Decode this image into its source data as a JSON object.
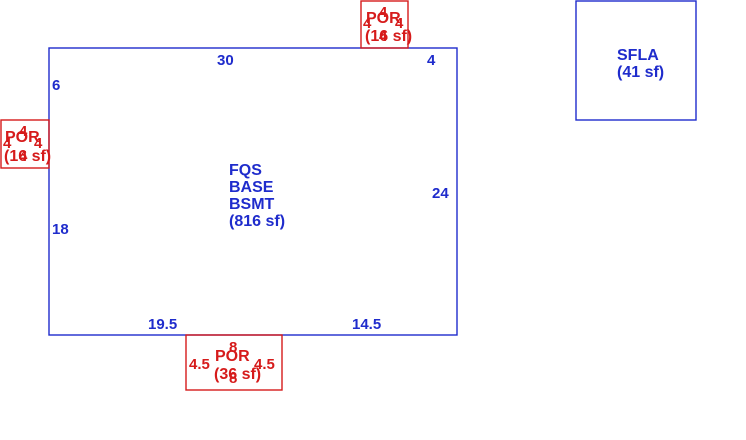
{
  "main_area": {
    "lines": [
      "FQS",
      "BASE",
      "BSMT",
      "(816 sf)"
    ],
    "dims": {
      "top": "30",
      "top_right": "4",
      "left_upper": "6",
      "left_lower": "18",
      "right": "24",
      "bottom_left": "19.5",
      "bottom_right": "14.5"
    }
  },
  "sfla": {
    "name": "SFLA",
    "area": "(41 sf)"
  },
  "porch_top": {
    "name": "POR",
    "area": "(16 sf)",
    "dim_top": "4",
    "dim_left": "4",
    "dim_right": "4",
    "dim_bottom": "4"
  },
  "porch_left": {
    "name": "POR",
    "area": "(16 sf)",
    "dim_top": "4",
    "dim_left": "4",
    "dim_right": "4",
    "dim_bottom": "4"
  },
  "porch_bottom": {
    "name": "POR",
    "area": "(36 sf)",
    "dim_top": "8",
    "dim_left": "4.5",
    "dim_right": "4.5",
    "dim_bottom": "8"
  },
  "colors": {
    "primary_outline": "#1f2ccc",
    "porch_outline": "#d61b1b",
    "background": "#ffffff"
  }
}
